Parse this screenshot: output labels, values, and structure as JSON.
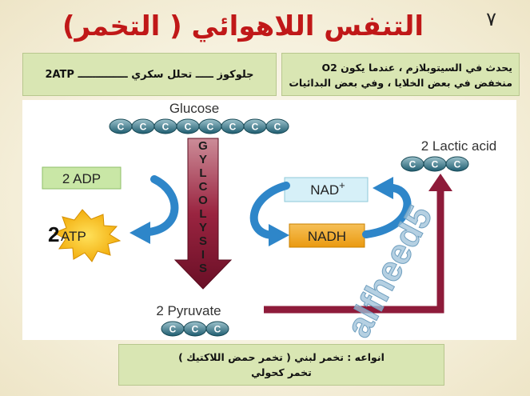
{
  "page_number": "٧",
  "title": "التنفس اللاهوائي ( التخمر)",
  "note_left": "جلوكوز ـــــ تحلل سكري ــــــــــــــ 2ATP",
  "note_right": {
    "line1": "يحدث في السيتوبلازم ، عندما يكون O2",
    "line2": "منخفض في بعض الخلايا ، وفي بعض البدائيات"
  },
  "note_bottom": {
    "line1": "انواعه : تخمر لبني ( تخمر حمض اللاكتيك )",
    "line2": "تخمر كحولي"
  },
  "diagram": {
    "glucose_label": "Glucose",
    "carbon_symbol": "C",
    "glycolysis_letters": [
      "G",
      "Y",
      "L",
      "C",
      "O",
      "L",
      "Y",
      "S",
      "I",
      "S"
    ],
    "adp_label": "2 ADP",
    "atp_count": "2",
    "atp_label": "ATP",
    "nad_label": "NAD",
    "nad_superscript": "+",
    "nadh_label": "NADH",
    "lactic_label": "2 Lactic acid",
    "pyruvate_label": "2 Pyruvate",
    "watermark": "alfheed5"
  },
  "colors": {
    "title": "#c01818",
    "note_box": "#d9e6b3",
    "glycolysis_arrow": "#7d1430",
    "curve_arrow": "#2e86c9",
    "adp_box": "#c9e7a6",
    "nad_box": "#d6f0f8",
    "nadh_box": "#f0a825",
    "atp_burst": "#f5b800",
    "carbon": "#1e5d70",
    "watermark": "#9cc0d8"
  }
}
